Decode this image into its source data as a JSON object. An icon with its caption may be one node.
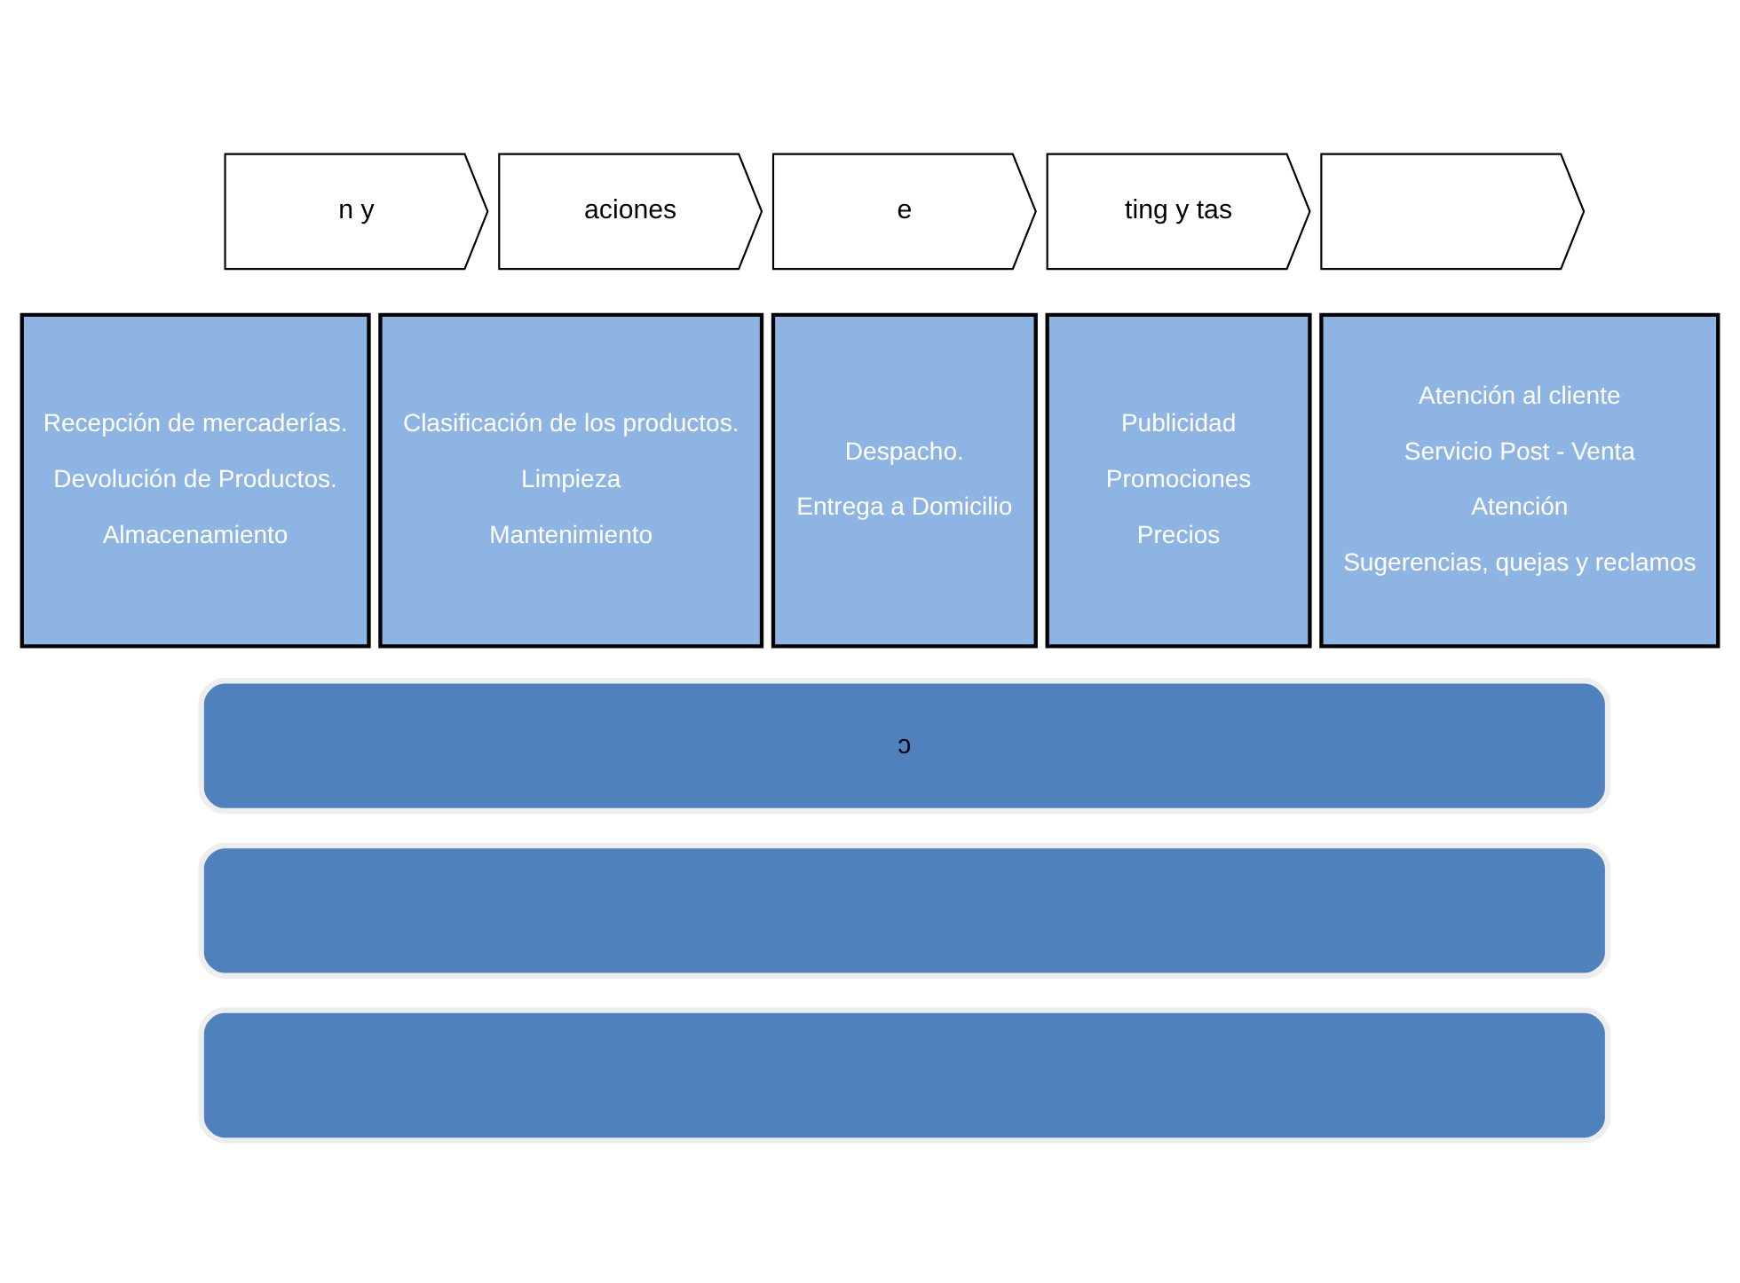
{
  "diagram": {
    "nodes": [
      {
        "text": [
          "n y"
        ]
      },
      {
        "text": [
          "aciones"
        ]
      },
      {
        "text": [
          "e"
        ]
      },
      {
        "text": [
          "ting y tas"
        ]
      },
      {
        "text": [],
        "shape": "chevron"
      },
      {
        "text": [
          "Recepción de mercaderías.",
          "Devolución de Productos.",
          "Almacenamiento"
        ]
      },
      {
        "text": [
          "Clasificación de los productos.",
          "Limpieza",
          "Mantenimiento"
        ]
      },
      {
        "text": [
          "Despacho.",
          "Entrega a Domicilio"
        ]
      },
      {
        "text": [
          "Publicidad",
          "Promociones",
          "Precios"
        ]
      },
      {
        "text": [
          "Atención al cliente",
          "Servicio Post - Venta",
          "Atención",
          "Sugerencias, quejas y reclamos"
        ]
      },
      {
        "text": [
          "ɔ"
        ]
      },
      {
        "text": [],
        "shape": "bar"
      },
      {
        "text": [],
        "shape": "bar"
      }
    ]
  }
}
